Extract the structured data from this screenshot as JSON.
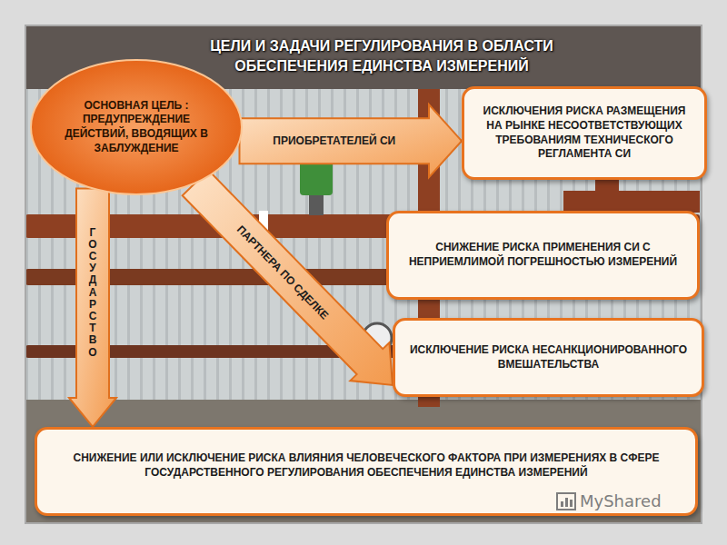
{
  "diagram": {
    "title": "ЦЕЛИ И ЗАДАЧИ РЕГУЛИРОВАНИЯ В ОБЛАСТИ ОБЕСПЕЧЕНИЯ ЕДИНСТВА ИЗМЕРЕНИЙ",
    "nodes": [
      {
        "text": [
          "ОСНОВНАЯ ЦЕЛЬ : ПРЕДУПРЕЖДЕНИЕ ДЕЙСТВИЙ, ВВОДЯЩИХ В ЗАБЛУЖДЕНИЕ"
        ]
      },
      {
        "text": [
          "ИСКЛЮЧЕНИЯ РИСКА РАЗМЕЩЕНИЯ НА РЫНКЕ НЕСООТВЕТСТВУЮЩИХ ТРЕБОВАНИЯМ ТЕХНИЧЕСКОГО РЕГЛАМЕНТА СИ"
        ]
      },
      {
        "text": [
          "СНИЖЕНИЕ РИСКА ПРИМЕНЕНИЯ СИ С НЕПРИЕМЛИМОЙ ПОГРЕШНОСТЬЮ ИЗМЕРЕНИЙ"
        ]
      },
      {
        "text": [
          "ИСКЛЮЧЕНИЕ РИСКА НЕСАНКЦИОНИРОВАННОГО ВМЕШАТЕЛЬСТВА"
        ]
      },
      {
        "text": [
          "СНИЖЕНИЕ ИЛИ ИСКЛЮЧЕНИЕ РИСКА ВЛИЯНИЯ ЧЕЛОВЕЧЕСКОГО ФАКТОРА ПРИ ИЗМЕРЕНИЯХ В СФЕРЕ ГОСУДАРСТВЕННОГО РЕГУЛИРОВАНИЯ ОБЕСПЕЧЕНИЯ ЕДИНСТВА ИЗМЕРЕНИЙ"
        ]
      }
    ],
    "edges": [
      {
        "from": 0,
        "to": 1,
        "label": "ПРИОБРЕТАТЕЛЕЙ СИ",
        "arrow": "to"
      },
      {
        "from": 0,
        "to": 4,
        "label": "ГОСУДАРСТВО",
        "arrow": "to"
      },
      {
        "from": 0,
        "to": 3,
        "label": "ПАРТНЕРА ПО СДЕЛКЕ",
        "arrow": "to"
      }
    ],
    "labels": [
      "MyShared"
    ]
  }
}
